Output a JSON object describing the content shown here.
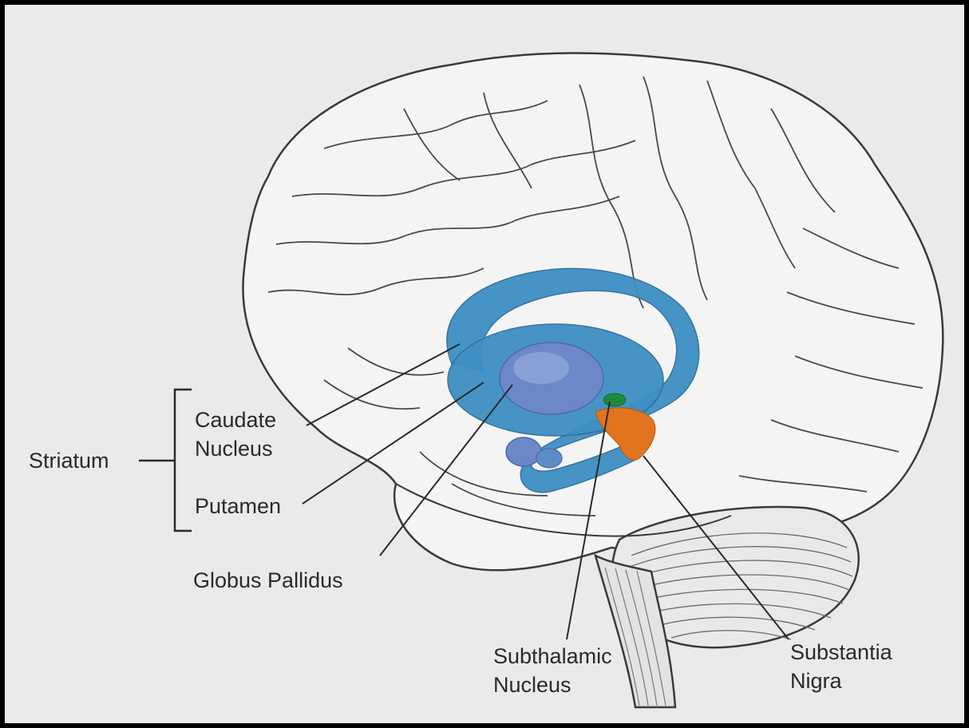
{
  "labels": {
    "striatum": "Striatum",
    "caudate": {
      "line1": "Caudate",
      "line2": "Nucleus"
    },
    "putamen": "Putamen",
    "globus_pallidus": "Globus Pallidus",
    "subthalamic": {
      "line1": "Subthalamic",
      "line2": "Nucleus"
    },
    "substantia": {
      "line1": "Substantia",
      "line2": "Nigra"
    }
  },
  "colors": {
    "caudate_putamen": "#3d8fc4",
    "globus_pallidus": "#6d88c9",
    "subthalamic_nucleus": "#1f8a3c",
    "substantia_nigra": "#e2741f",
    "brain_fill": "#f4f4f4",
    "outline": "#3a3a3a"
  }
}
